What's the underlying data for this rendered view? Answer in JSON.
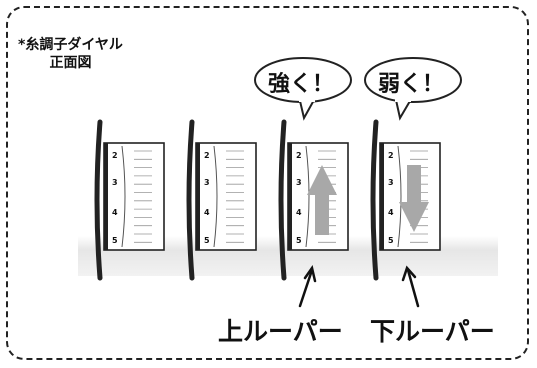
{
  "caption": {
    "line1": "*糸調子ダイヤル",
    "line2": "正面図"
  },
  "bubbles": [
    {
      "text": "強く！"
    },
    {
      "text": "弱く！"
    }
  ],
  "dials": [
    {
      "ticks": [
        "2",
        "3",
        "4",
        "5"
      ],
      "arrow": null
    },
    {
      "ticks": [
        "2",
        "3",
        "4",
        "5"
      ],
      "arrow": null
    },
    {
      "ticks": [
        "2",
        "3",
        "4",
        "5"
      ],
      "arrow": "up"
    },
    {
      "ticks": [
        "2",
        "3",
        "4",
        "5"
      ],
      "arrow": "down"
    }
  ],
  "labels": {
    "upper": "上ルーパー",
    "lower": "下ルーパー"
  },
  "colors": {
    "arrow": "#a8a8a8",
    "band": "#e4e4e4",
    "line": "#222222"
  }
}
